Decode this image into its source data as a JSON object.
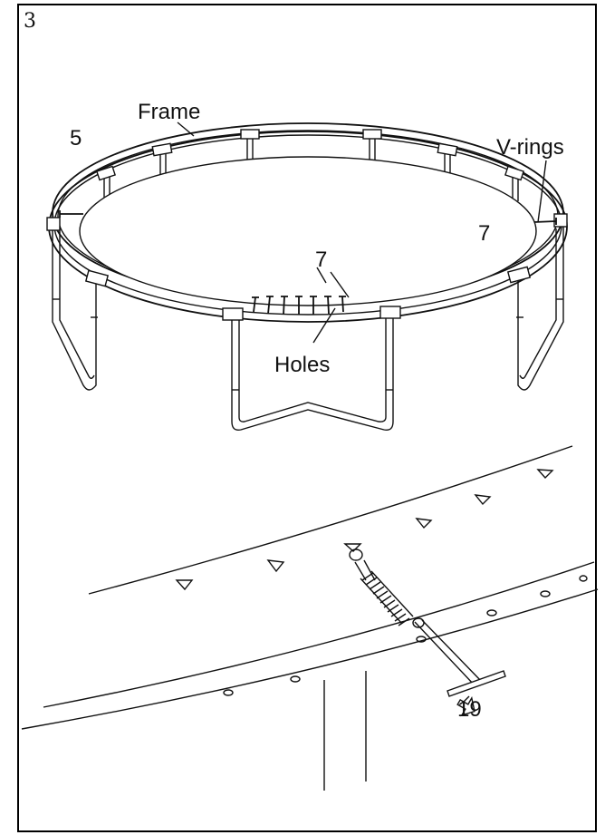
{
  "step_number": "3",
  "labels": {
    "frame": "Frame",
    "mat": "5",
    "v_rings": "V-rings",
    "spring_right": "7",
    "spring_front": "7",
    "holes": "Holes",
    "tool": "19"
  }
}
